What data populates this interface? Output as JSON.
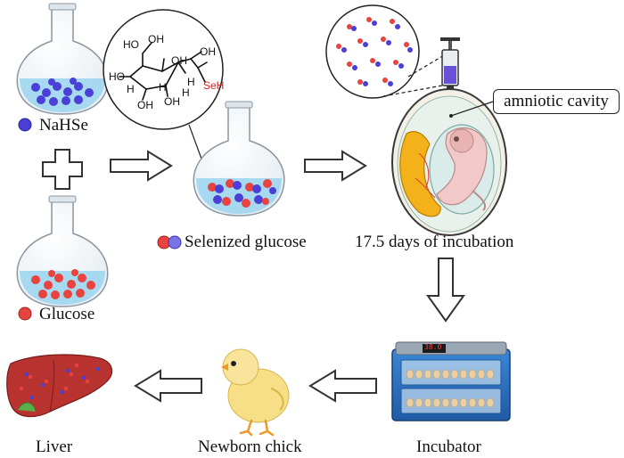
{
  "labels": {
    "nahse": "NaHSe",
    "glucose": "Glucose",
    "selenized_glucose": "Selenized glucose",
    "incubation_time": "17.5 days of incubation",
    "amniotic_cavity": "amniotic cavity",
    "incubator": "Incubator",
    "newborn_chick": "Newborn chick",
    "liver": "Liver"
  },
  "molecule_labels": {
    "oh1": "HO",
    "oh2": "OH",
    "oh3": "OH",
    "oh4": "OH",
    "oh5": "HO",
    "oh6": "OH",
    "oh7": "OH",
    "h1": "H",
    "h2": "H",
    "h3": "H",
    "h4": "H",
    "seh": "SeH"
  },
  "incubator_display": "38.0",
  "colors": {
    "nahse_particle": "#4a3fd6",
    "glucose_particle": "#e8433e",
    "selenium_label": "#e02020",
    "flask_liquid": "#9fd6ef",
    "arrow_fill": "#ffffff",
    "arrow_stroke": "#333333",
    "incubator_blue": "#2b6fc0",
    "liver_red": "#b8322f",
    "yolk": "#f3b21a",
    "chick_yellow": "#f6df86"
  }
}
